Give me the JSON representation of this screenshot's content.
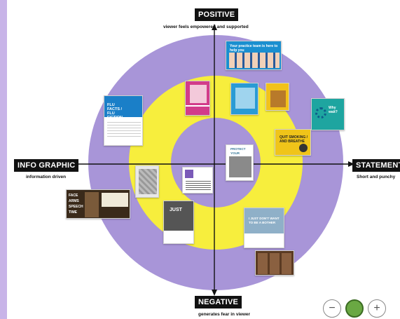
{
  "axes": {
    "top": {
      "label": "POSITIVE",
      "sub": "viewer feels empowered and supported"
    },
    "bottom": {
      "label": "NEGATIVE",
      "sub": "generates fear in viewer"
    },
    "left": {
      "label": "INFO GRAPHIC",
      "sub": "information driven"
    },
    "right": {
      "label": "STATEMENT",
      "sub": "Short and punchy"
    }
  },
  "colors": {
    "outer_ring": "#a895d8",
    "inner_ring": "#f7ee3d",
    "center": "#a895d8",
    "frame": "#c8b4e8"
  },
  "posters": [
    {
      "name": "team-poster",
      "text": "Your practice team is here to help you",
      "color": "#1a8fd0"
    },
    {
      "name": "flu-facts-poster",
      "text": "FLU FACTS / FLU FICTION",
      "color": "#1a7fc8"
    },
    {
      "name": "pink-poster",
      "text": "",
      "color": "#d23c8a"
    },
    {
      "name": "stop-poster",
      "text": "",
      "color": "#2a9bd4"
    },
    {
      "name": "yellow-poster",
      "text": "",
      "color": "#f2c21a"
    },
    {
      "name": "teal-poster",
      "text": "Why wait?",
      "color": "#1ea5a0"
    },
    {
      "name": "quit-smoking-poster",
      "text": "QUIT SMOKING / AND BREATHE",
      "color": "#f0c419"
    },
    {
      "name": "protect-family-poster",
      "text": "PROTECT YOUR FAMILY",
      "color": "#3a7a9a"
    },
    {
      "name": "bw-face-poster",
      "text": "",
      "color": "#e8e8e8"
    },
    {
      "name": "purple-text-poster",
      "text": "",
      "color": "#7a5ab8"
    },
    {
      "name": "dark-words-poster",
      "text": "FACE ARMS SPEECH TIME",
      "color": "#3a2a1a"
    },
    {
      "name": "just-poster",
      "text": "JUST",
      "color": "#555555"
    },
    {
      "name": "mother-poster",
      "text": "I JUST DON'T WANT TO BE A BOTHER",
      "color": "#1a8fd0"
    },
    {
      "name": "brown-poster",
      "text": "",
      "color": "#5a3a22"
    }
  ],
  "zoom": {
    "minus": "−",
    "plus": "+"
  }
}
